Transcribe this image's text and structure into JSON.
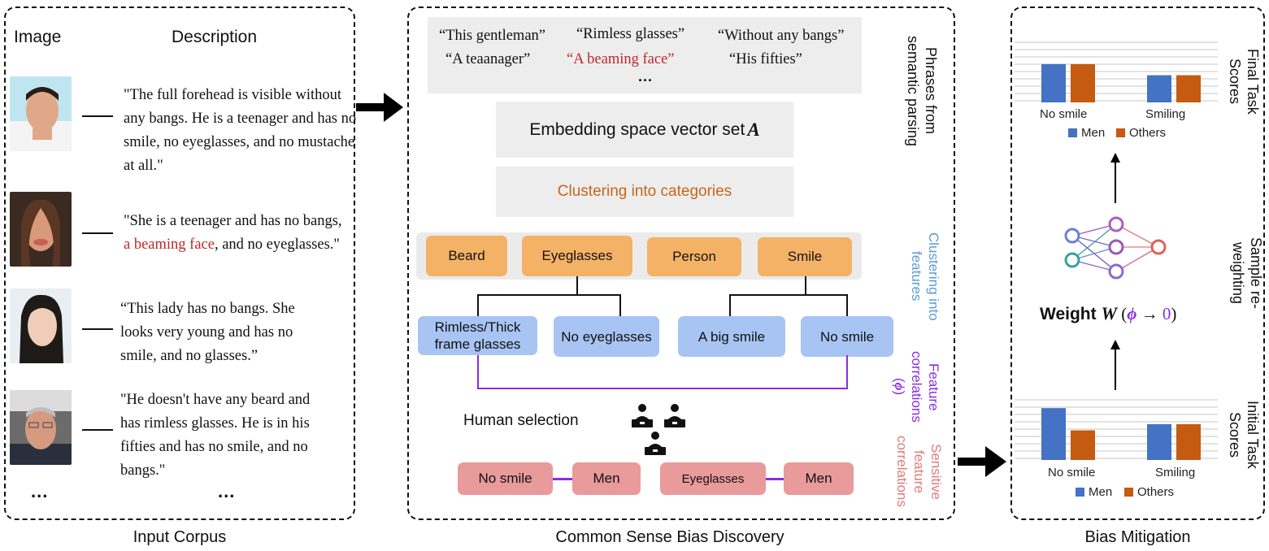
{
  "colors": {
    "men": "#4472c4",
    "others": "#c55a11",
    "orange_box": "#f4b266",
    "blue_box": "#a8c4f2",
    "pink_box": "#e99a9a",
    "purple": "#8b2be2",
    "red_text": "#c0272d",
    "cluster_text": "#c8651a",
    "clustering_features_label": "#5a9bd5",
    "sensitive_label": "#e07a7a"
  },
  "input_corpus": {
    "caption": "Input Corpus",
    "header_image": "Image",
    "header_description": "Description",
    "entries": [
      {
        "pre": "\"The full forehead is visible without any bangs. He is a teenager and has no smile, no eyeglasses, and no mustache at all.\"",
        "highlight": "",
        "post": ""
      },
      {
        "pre": "\"She is a teenager and has no bangs, ",
        "highlight": "a beaming face",
        "post": ", and no eyeglasses.\""
      },
      {
        "pre": "“This lady has no bangs. She looks very young and has no smile, and no glasses.”",
        "highlight": "",
        "post": ""
      },
      {
        "pre": "\"He doesn't have any beard and has rimless glasses. He is in his fifties and has no smile, and no bangs.\"",
        "highlight": "",
        "post": ""
      }
    ],
    "ellipsis_left": "...",
    "ellipsis_right": "..."
  },
  "discovery": {
    "caption": "Common Sense Bias Discovery",
    "phrases": [
      "“This gentleman”",
      "“Rimless glasses”",
      "“Without any bangs”",
      "“A teaanager”",
      "“A beaming face”",
      "“His fifties”"
    ],
    "phrases_ellipsis": "...",
    "embedding_label": "Embedding space vector set ",
    "embedding_symbol": "A",
    "clustering_label": "Clustering into categories",
    "categories": [
      "Beard",
      "Eyeglasses",
      "Person",
      "Smile"
    ],
    "features": [
      "Rimless/Thick frame glasses",
      "No eyeglasses",
      "A big smile",
      "No smile"
    ],
    "human_selection": "Human selection",
    "sensitive_pairs": [
      {
        "a": "No smile",
        "b": "Men"
      },
      {
        "a": "Eyeglasses",
        "b": "Men"
      }
    ],
    "side_labels": {
      "phrases": "Phrases from semantic parsing",
      "clustering_features": "Clustering into features",
      "feature_correlations": "Feature correlations (",
      "phi": "ϕ",
      "close_paren": ")",
      "sensitive": "Sensitive feature correlations"
    }
  },
  "mitigation": {
    "caption": "Bias Mitigation",
    "final_label": "Final Task Scores",
    "reweight_label": "Sample re-weighting",
    "initial_label": "Initial Task Scores",
    "weight_label": "Weight ",
    "weight_symbol": "W",
    "weight_open": " (",
    "weight_phi": "ϕ",
    "weight_arrow": " → ",
    "weight_zero": "0",
    "weight_close": ")"
  },
  "chart_data": [
    {
      "type": "bar",
      "categories": [
        "No smile",
        "Smiling"
      ],
      "series": [
        {
          "name": "Men",
          "values": [
            0.62,
            0.44
          ]
        },
        {
          "name": "Others",
          "values": [
            0.62,
            0.44
          ]
        }
      ],
      "ylim": [
        0,
        1
      ],
      "grid": true,
      "legend": "bottom"
    },
    {
      "type": "bar",
      "categories": [
        "No smile",
        "Smiling"
      ],
      "series": [
        {
          "name": "Men",
          "values": [
            0.84,
            0.58
          ]
        },
        {
          "name": "Others",
          "values": [
            0.48,
            0.58
          ]
        }
      ],
      "ylim": [
        0,
        1
      ],
      "grid": true,
      "legend": "bottom"
    }
  ]
}
